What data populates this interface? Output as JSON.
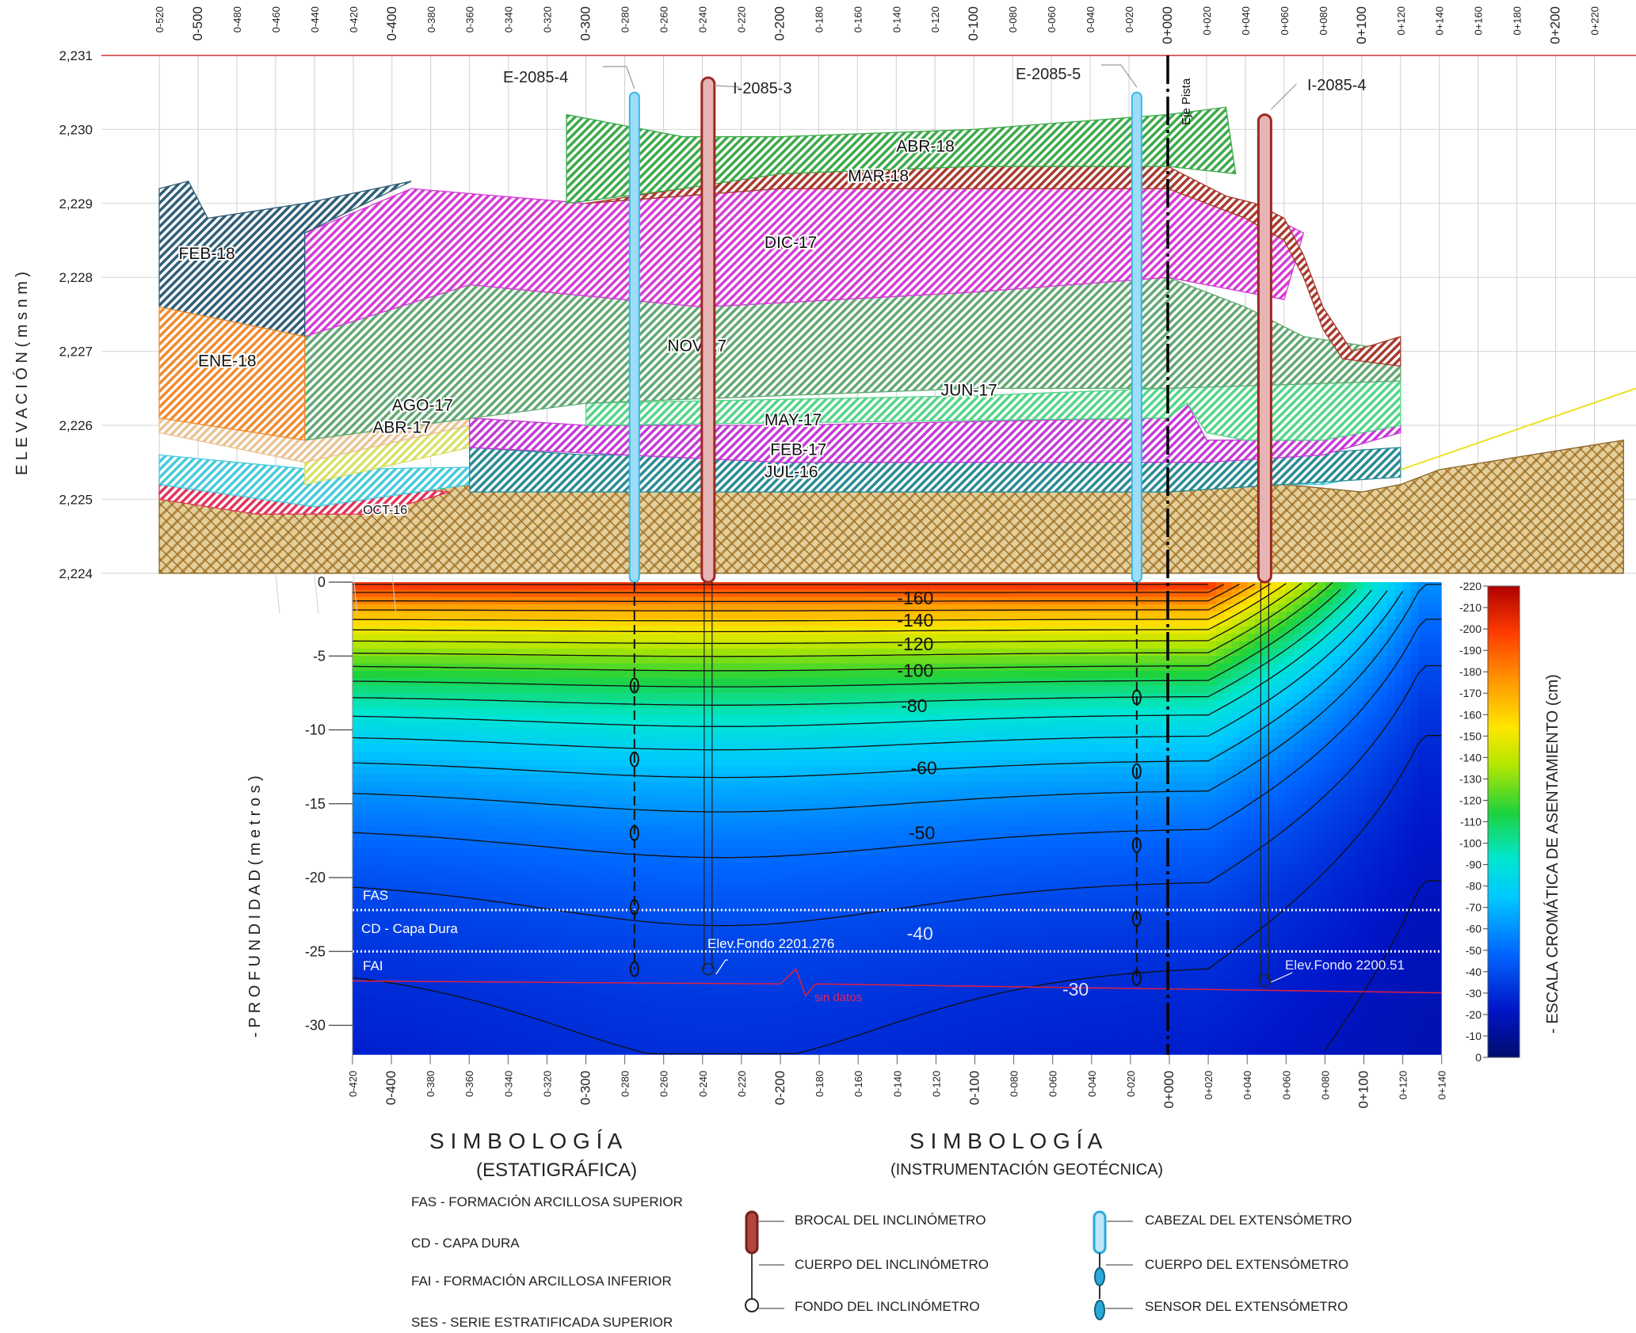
{
  "upper_panel": {
    "y_axis_label": "E L E V A C I Ó N   ( m s n m )",
    "y_ticks": [
      "2,231",
      "2,230",
      "2,229",
      "2,228",
      "2,227",
      "2,226",
      "2,225",
      "2,224"
    ],
    "x_ticks": [
      "0-520",
      "0-500",
      "0-480",
      "0-460",
      "0-440",
      "0-420",
      "0-400",
      "0-380",
      "0-360",
      "0-340",
      "0-320",
      "0-300",
      "0-280",
      "0-260",
      "0-240",
      "0-220",
      "0-200",
      "0-180",
      "0-160",
      "0-140",
      "0-120",
      "0-100",
      "0-080",
      "0-060",
      "0-040",
      "0-020",
      "0+000",
      "0+020",
      "0+040",
      "0+060",
      "0+080",
      "0+100",
      "0+120",
      "0+140",
      "0+160",
      "0+180",
      "0+200",
      "0+220"
    ],
    "layers": [
      "ABR-18",
      "MAR-18",
      "DIC-17",
      "FEB-18",
      "ENE-18",
      "NOV-17",
      "JUN-17",
      "AGO-17",
      "ABR-17",
      "MAY-17",
      "FEB-17",
      "JUL-16",
      "OCT-16"
    ],
    "instruments": [
      "E-2085-4",
      "I-2085-3",
      "E-2085-5",
      "I-2085-4"
    ],
    "axis_marker": "Eje Pista"
  },
  "lower_panel": {
    "y_axis_label": "- P R O F U N D I D A D   ( m e t r o s )",
    "y_ticks": [
      "0",
      "-5",
      "-10",
      "-15",
      "-20",
      "-25",
      "-30"
    ],
    "x_ticks": [
      "0-420",
      "0-400",
      "0-380",
      "0-360",
      "0-340",
      "0-320",
      "0-300",
      "0-280",
      "0-260",
      "0-240",
      "0-220",
      "0-200",
      "0-180",
      "0-160",
      "0-140",
      "0-120",
      "0-100",
      "0-080",
      "0-060",
      "0-040",
      "0-020",
      "0+000",
      "0+020",
      "0+040",
      "0+060",
      "0+080",
      "0+100",
      "0+120",
      "0+140"
    ],
    "contour_labels": [
      "-160",
      "-140",
      "-120",
      "-100",
      "-80",
      "-60",
      "-50",
      "-40",
      "-30"
    ],
    "formations": [
      "FAS",
      "CD - Capa Dura",
      "FAI"
    ],
    "elev_fondo_1": "Elev.Fondo 2201.276",
    "elev_fondo_2": "Elev.Fondo 2200.51",
    "no_data": "sin datos"
  },
  "colorbar": {
    "label": "- ESCALA CROMÁTICA DE ASENTAMIENTO (cm)",
    "ticks": [
      "-220",
      "-210",
      "-200",
      "-190",
      "-180",
      "-170",
      "-160",
      "-150",
      "-140",
      "-130",
      "-120",
      "-110",
      "-100",
      "-90",
      "-80",
      "-70",
      "-60",
      "-50",
      "-40",
      "-30",
      "-20",
      "-10",
      "0"
    ]
  },
  "legend": {
    "strat_title": "S I M B O L O G Í A",
    "strat_sub": "(ESTATIGRÁFICA)",
    "strat_items": [
      "FAS - FORMACIÓN ARCILLOSA SUPERIOR",
      "CD - CAPA DURA",
      "FAI - FORMACIÓN ARCILLOSA INFERIOR",
      "SES - SERIE ESTRATIFICADA SUPERIOR"
    ],
    "geo_title": "S I M B O L O G Í A",
    "geo_sub": "(INSTRUMENTACIÓN GEOTÉCNICA)",
    "incl_items": [
      "BROCAL DEL INCLINÓMETRO",
      "CUERPO DEL INCLINÓMETRO",
      "FONDO DEL INCLINÓMETRO"
    ],
    "ext_items": [
      "CABEZAL DEL EXTENSÓMETRO",
      "CUERPO DEL EXTENSÓMETRO",
      "SENSOR DEL EXTENSÓMETRO"
    ]
  },
  "colors": {
    "ABR-18": "#3daa4a",
    "MAR-18": "#a83a2e",
    "DIC-17": "#d43cd4",
    "FEB-18": "#2f5f78",
    "ENE-18": "#ef8c2e",
    "NOV-17": "#62a872",
    "JUN-17": "#55d488",
    "AGO-17": "#e9c393",
    "ABR-17": "#d8e068",
    "MAY-17": "#c43ad6",
    "FEB-17": "#46cadc",
    "JUL-16": "#2a8a94",
    "OCT-16": "#e0345a",
    "base": "#b88a3c"
  }
}
